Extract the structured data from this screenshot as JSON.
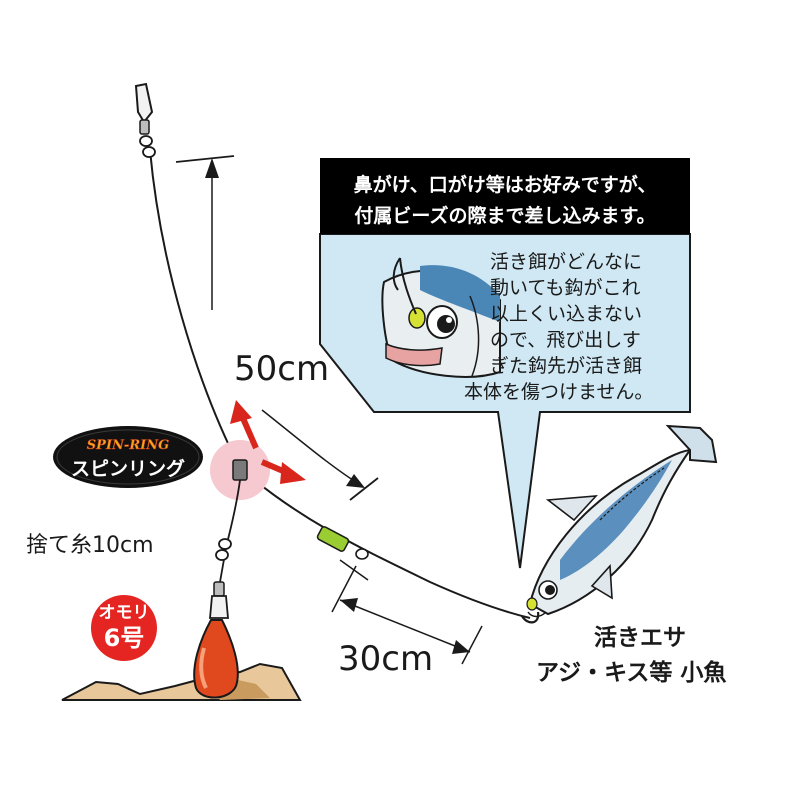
{
  "callout": {
    "header_line1": "鼻がけ、口がけ等はお好みですが、",
    "header_line2": "付属ビーズの際まで差し込みます。",
    "body_lines": [
      "活き餌がどんなに",
      "動いても鈎がこれ",
      "以上くい込まない",
      "ので、飛び出しす",
      "ぎた鈎先が活き餌",
      "本体を傷つけません。"
    ]
  },
  "measurements": {
    "upper_length": "50cm",
    "lower_length": "30cm",
    "sinker_line": "捨て糸10cm"
  },
  "spin_ring": {
    "logo_text": "SPIN-RING",
    "label": "スピンリング"
  },
  "sinker": {
    "line1": "オモリ",
    "line2": "6号"
  },
  "bait": {
    "line1": "活きエサ",
    "line2": "アジ・キス等 小魚"
  },
  "colors": {
    "callout_header_bg": "#000000",
    "callout_body_bg": "#cfe8f4",
    "sinker_fill": "#e0481d",
    "arrow_red": "#d9261c",
    "spin_ring_highlight": "#f6c8cf",
    "bead_green": "#9acd32",
    "sand": "#e8c89a"
  }
}
